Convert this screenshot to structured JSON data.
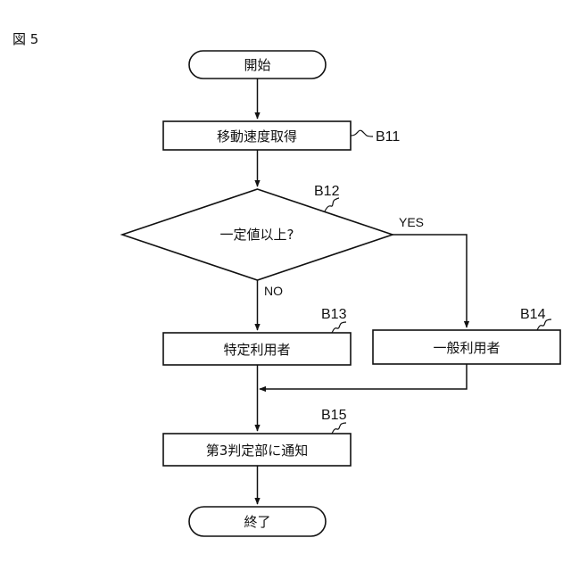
{
  "figure_label": "図 5",
  "nodes": {
    "start": {
      "label": "開始"
    },
    "b11": {
      "label": "移動速度取得",
      "ref": "B11"
    },
    "b12": {
      "label": "一定値以上?",
      "ref": "B12"
    },
    "b13": {
      "label": "特定利用者",
      "ref": "B13"
    },
    "b14": {
      "label": "一般利用者",
      "ref": "B14"
    },
    "b15": {
      "label": "第3判定部に通知",
      "ref": "B15"
    },
    "end": {
      "label": "終了"
    }
  },
  "branches": {
    "yes": "YES",
    "no": "NO"
  }
}
